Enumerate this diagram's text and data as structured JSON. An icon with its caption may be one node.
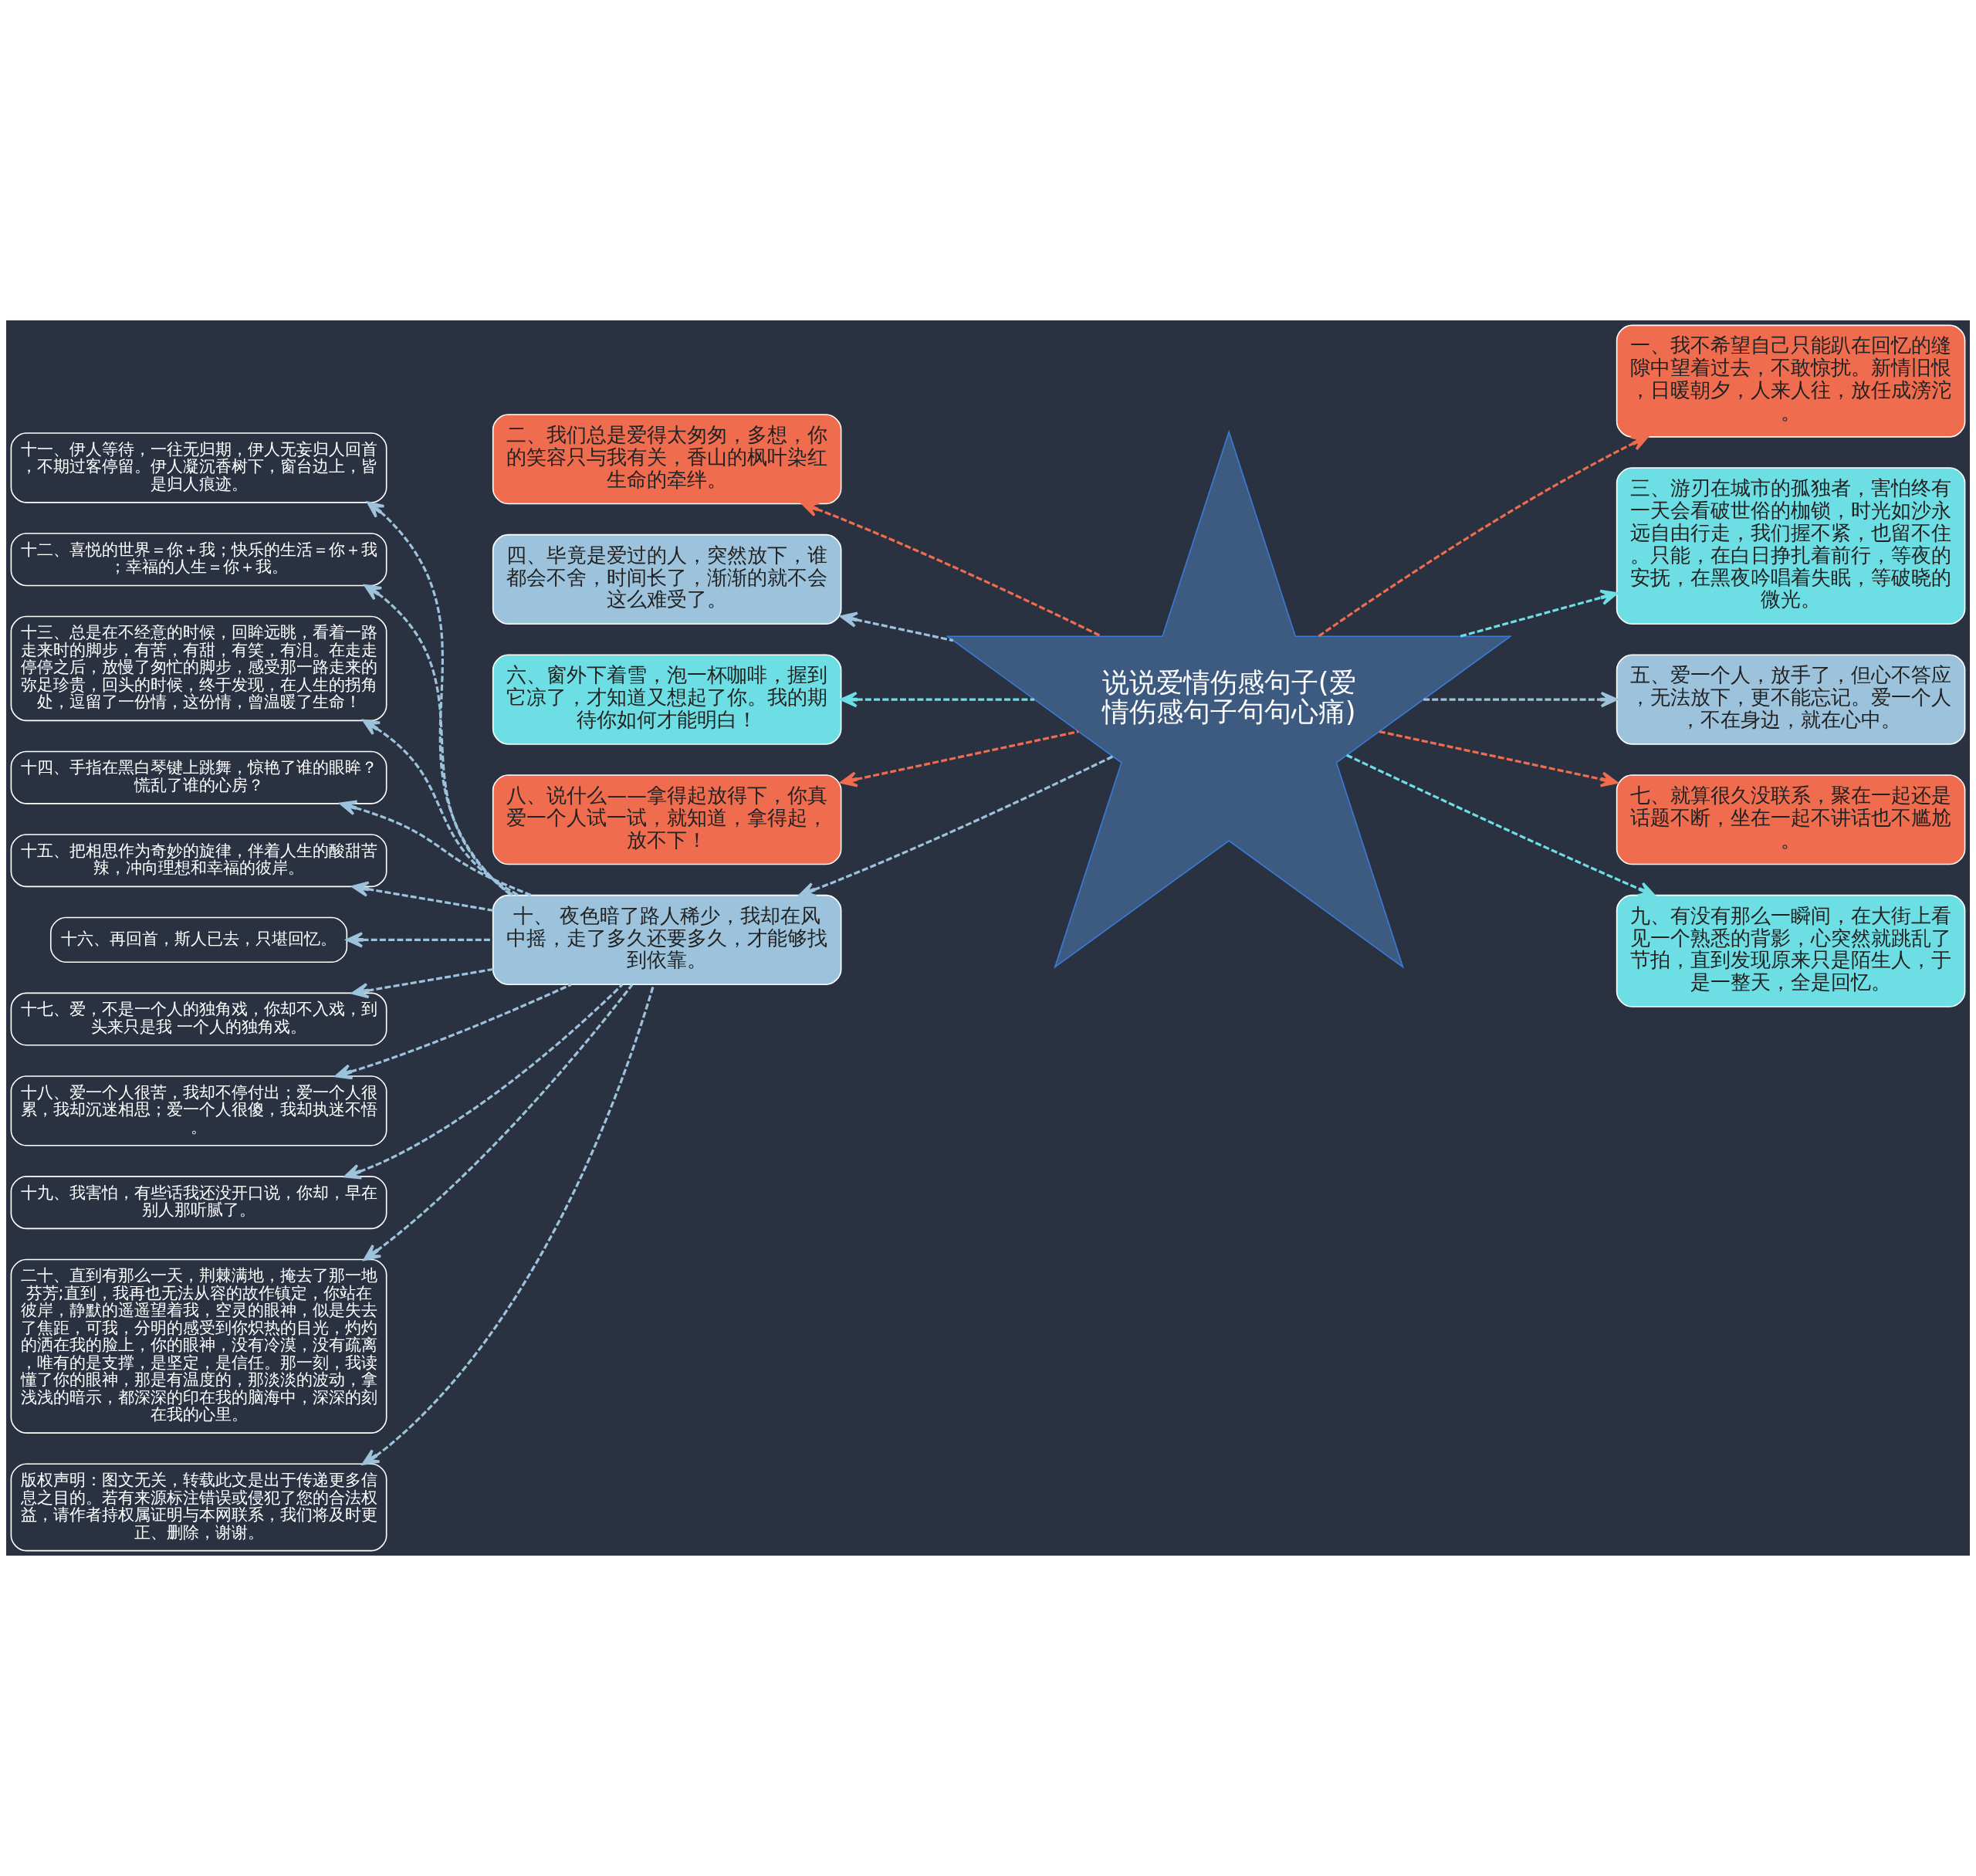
{
  "diagram": {
    "nodes": [
      {
        "text": [
          "说说爱情伤感句子(爱情伤感句子句句心痛)"
        ]
      },
      {
        "text": [
          "一、我不希望自己只能趴在回忆的缝隙中望着过去，不敢惊扰。新情旧恨，日暖朝夕，人来人往，放任成滂沱。"
        ]
      },
      {
        "text": [
          "二、我们总是爱得太匆匆，多想，你的笑容只与我有关，香山的枫叶染红生命的牵绊。"
        ]
      },
      {
        "text": [
          "三、游刃在城市的孤独者，害怕终有一天会看破世俗的枷锁，时光如沙永远自由行走，我们握不紧，也留不住。只能，在白日挣扎着前行，等夜的安抚，在黑夜吟唱着失眠，等破晓的微光。"
        ]
      },
      {
        "text": [
          "四、毕竟是爱过的人，突然放下，谁都会不舍，时间长了，渐渐的就不会这么难受了。"
        ]
      },
      {
        "text": [
          "五、爱一个人，放手了，但心不答应，无法放下，更不能忘记。爱一个人，不在身边，就在心中。"
        ]
      },
      {
        "text": [
          "六、窗外下着雪，泡一杯咖啡，握到它凉了，才知道又想起了你。我的期待你如何才能明白！"
        ]
      },
      {
        "text": [
          "七、就算很久没联系，聚在一起还是话题不断，坐在一起不讲话也不尴尬。"
        ]
      },
      {
        "text": [
          "八、说什么——拿得起放得下，你真爱一个人试一试，就知道，拿得起，放不下！"
        ]
      },
      {
        "text": [
          "九、有没有那么一瞬间，在大街上看见一个熟悉的背影，心突然就跳乱了节拍，直到发现原来只是陌生人，于是一整天，全是回忆。"
        ]
      },
      {
        "text": [
          "十、 夜色暗了路人稀少，我却在风中摇，走了多久还要多久，才能够找到依靠。"
        ]
      },
      {
        "text": [
          "十一、伊人等待，一往无归期，伊人无妄归人回首，不期过客停留。伊人凝沉香树下，窗台边上，皆是归人痕迹。"
        ]
      },
      {
        "text": [
          "十二、喜悦的世界＝你＋我；快乐的生活＝你＋我；幸福的人生＝你＋我。"
        ]
      },
      {
        "text": [
          "十三、总是在不经意的时候，回眸远眺，看着一路走来时的脚步，有苦，有甜，有笑，有泪。在走走停停之后，放慢了匆忙的脚步，感受那一路走来的弥足珍贵，回头的时候，终于发现，在人生的拐角处，逗留了一份情，这份情，曾温暖了生命！"
        ]
      },
      {
        "text": [
          "十四、手指在黑白琴键上跳舞，惊艳了谁的眼眸？慌乱了谁的心房？"
        ]
      },
      {
        "text": [
          "十五、把相思作为奇妙的旋律，伴着人生的酸甜苦辣，冲向理想和幸福的彼岸。"
        ]
      },
      {
        "text": [
          "十六、再回首，斯人已去，只堪回忆。"
        ]
      },
      {
        "text": [
          "十七、爱，不是一个人的独角戏，你却不入戏，到头来只是我 一个人的独角戏。"
        ]
      },
      {
        "text": [
          "十八、爱一个人很苦，我却不停付出；爱一个人很累，我却沉迷相思；爱一个人很傻，我却执迷不悟。"
        ]
      },
      {
        "text": [
          "十九、我害怕，有些话我还没开口说，你却，早在别人那听腻了。"
        ]
      },
      {
        "text": [
          "二十、直到有那么一天，荆棘满地，掩去了那一地芬芳;直到，我再也无法从容的故作镇定，你站在彼岸，静默的遥遥望着我，空灵的眼神，似是失去了焦距，可我，分明的感受到你炽热的目光，灼灼的洒在我的脸上，你的眼神，没有冷漠，没有疏离，唯有的是支撑，是坚定，是信任。那一刻，我读懂了你的眼神，那是有温度的，那淡淡的波动，拿浅浅的暗示，都深深的印在我的脑海中，深深的刻在我的心里。"
        ]
      },
      {
        "text": [
          "版权声明：图文无关，转载此文是出于传递更多信息之目的。若有来源标注错误或侵犯了您的合法权益，请作者持权属证明与本网联系，我们将及时更正、删除，谢谢。"
        ]
      }
    ],
    "edges": [
      {
        "from": 0,
        "to": 1,
        "arrow": "to",
        "style": "dashed",
        "color": "#ef6c4f"
      },
      {
        "from": 0,
        "to": 2,
        "arrow": "to",
        "style": "dashed",
        "color": "#ef6c4f"
      },
      {
        "from": 0,
        "to": 3,
        "arrow": "to",
        "style": "dashed",
        "color": "#6ddfe4"
      },
      {
        "from": 0,
        "to": 4,
        "arrow": "to",
        "style": "dashed"
      },
      {
        "from": 0,
        "to": 5,
        "arrow": "to",
        "style": "dashed"
      },
      {
        "from": 0,
        "to": 6,
        "arrow": "to",
        "style": "dashed",
        "color": "#6ddfe4"
      },
      {
        "from": 0,
        "to": 7,
        "arrow": "to",
        "style": "dashed",
        "color": "#ef6c4f"
      },
      {
        "from": 0,
        "to": 8,
        "arrow": "to",
        "style": "dashed",
        "color": "#ef6c4f"
      },
      {
        "from": 0,
        "to": 9,
        "arrow": "to",
        "style": "dashed",
        "color": "#6ddfe4"
      },
      {
        "from": 0,
        "to": 10,
        "arrow": "to",
        "style": "dashed"
      },
      {
        "from": 10,
        "to": 11,
        "arrow": "to",
        "style": "dashed"
      },
      {
        "from": 10,
        "to": 12,
        "arrow": "to",
        "style": "dashed"
      },
      {
        "from": 10,
        "to": 13,
        "arrow": "to",
        "style": "dashed"
      },
      {
        "from": 10,
        "to": 14,
        "arrow": "to",
        "style": "dashed"
      },
      {
        "from": 10,
        "to": 15,
        "arrow": "to",
        "style": "dashed"
      },
      {
        "from": 10,
        "to": 16,
        "arrow": "to",
        "style": "dashed"
      },
      {
        "from": 10,
        "to": 17,
        "arrow": "to",
        "style": "dashed"
      },
      {
        "from": 10,
        "to": 18,
        "arrow": "to",
        "style": "dashed"
      },
      {
        "from": 10,
        "to": 19,
        "arrow": "to",
        "style": "dashed"
      },
      {
        "from": 10,
        "to": 20,
        "arrow": "to",
        "style": "dashed"
      },
      {
        "from": 10,
        "to": 21,
        "arrow": "to",
        "style": "dashed"
      }
    ]
  }
}
